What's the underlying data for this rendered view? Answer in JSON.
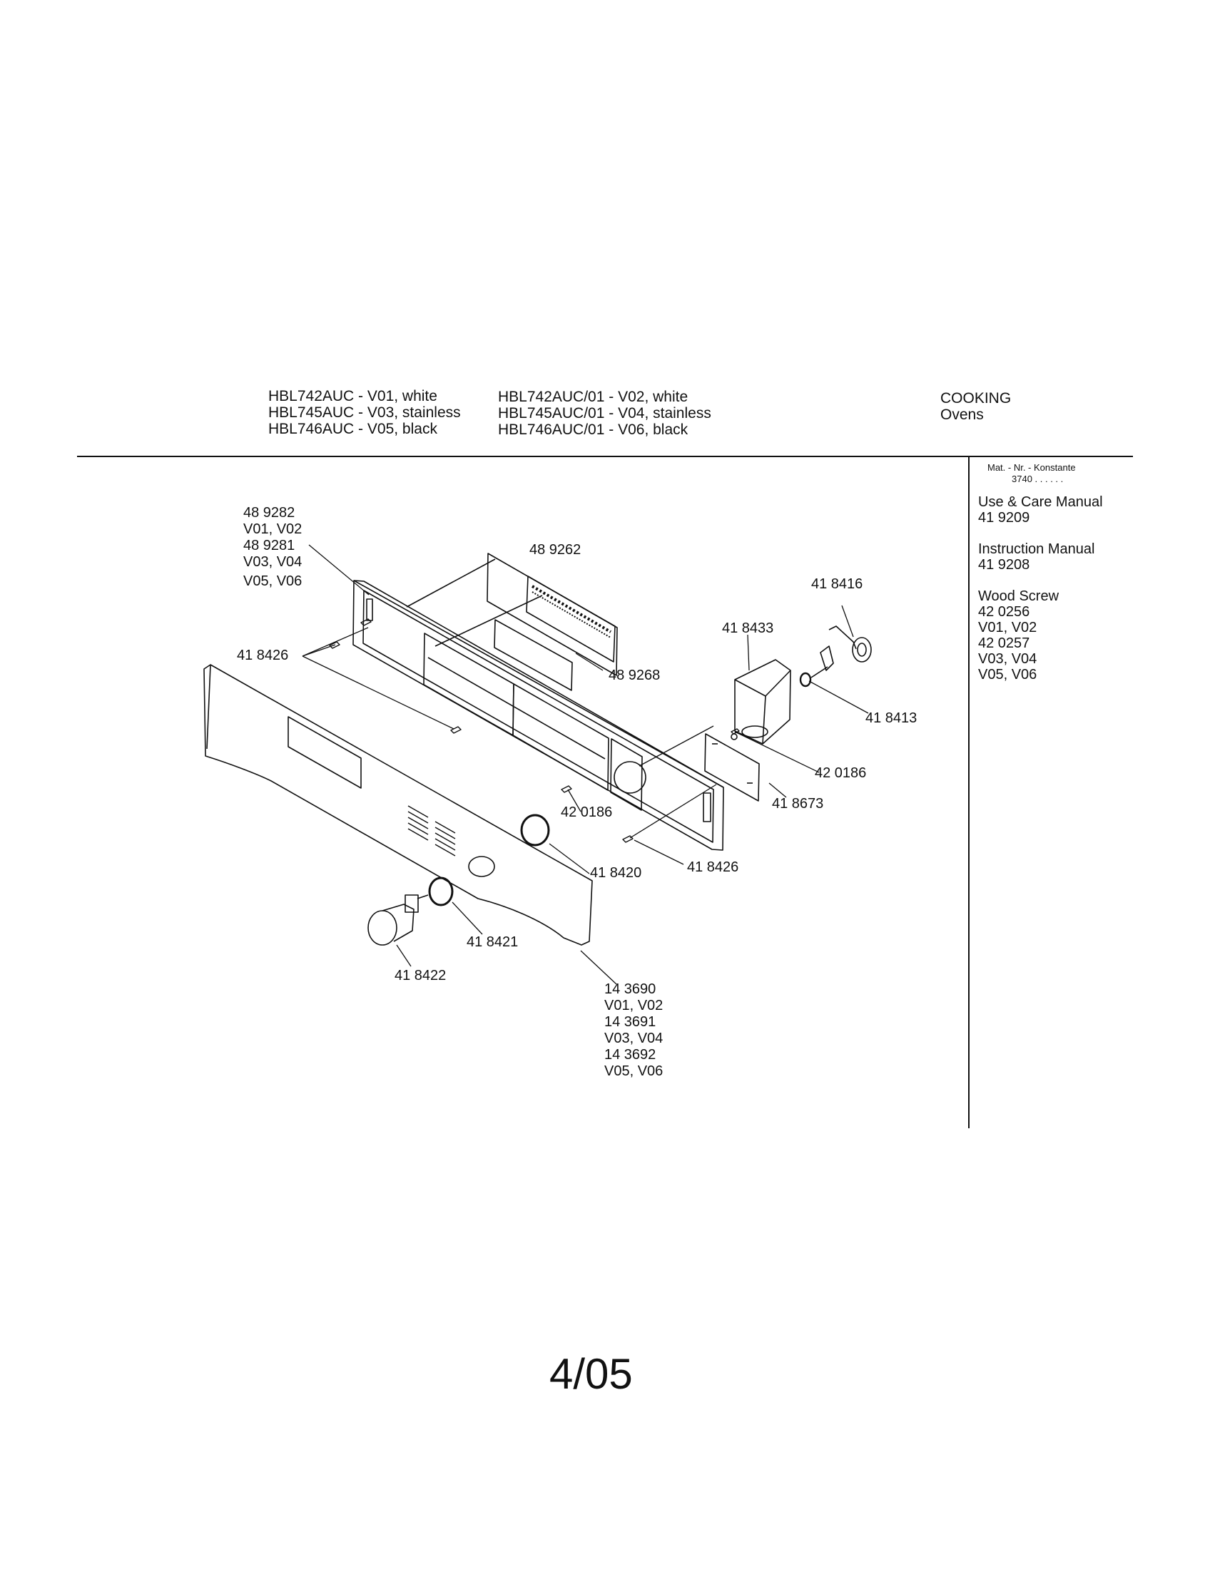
{
  "header": {
    "col1": [
      "HBL742AUC - V01, white",
      "HBL745AUC - V03, stainless",
      "HBL746AUC - V05, black"
    ],
    "col2": [
      "HBL742AUC/01 - V02, white",
      "HBL745AUC/01 - V04, stainless",
      "HBL746AUC/01 - V06, black"
    ],
    "category": [
      "COOKING",
      "Ovens"
    ]
  },
  "side_panel": {
    "mat_title": "Mat. - Nr. - Konstante",
    "mat_value": "3740 . .   . . . .",
    "items": [
      {
        "title": "Use & Care Manual",
        "lines": [
          "41 9209"
        ]
      },
      {
        "title": "Instruction Manual",
        "lines": [
          "41 9208"
        ]
      },
      {
        "title": "Wood Screw",
        "lines": [
          "42 0256",
          "V01, V02",
          "42 0257",
          "V03, V04",
          "V05, V06"
        ]
      }
    ]
  },
  "callouts": {
    "frame": [
      "48 9282",
      "V01, V02",
      "48 9281",
      "V03, V04",
      "V05, V06"
    ],
    "board": "48 9262",
    "screws_left": "41 8426",
    "window": "48 9268",
    "bracket": "41 8433",
    "selector": "41 8416",
    "spring": "41 8413",
    "screw_right": "42 0186",
    "screw_mid": "42 0186",
    "plate": "41 8673",
    "screw_bottom": "41 8426",
    "ring_large": "41 8420",
    "ring_small": "41 8421",
    "knob": "41 8422",
    "panel": [
      "14 3690",
      "V01, V02",
      "14 3691",
      "V03, V04",
      "14 3692",
      "V05, V06"
    ]
  },
  "page_number": "4/05"
}
